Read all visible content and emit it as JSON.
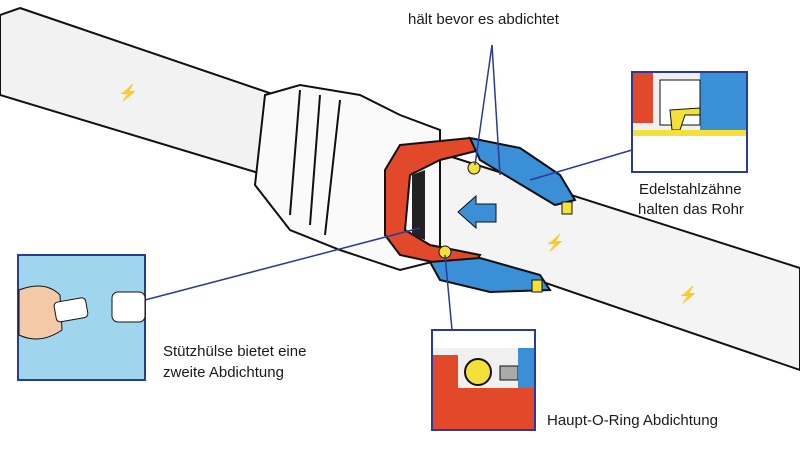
{
  "labels": {
    "top": "hält bevor es abdichtet",
    "teeth_line1": "Edelstahlzähne",
    "teeth_line2": "halten das Rohr",
    "sleeve_line1": "Stützhülse bietet eine",
    "sleeve_line2": "zweite Abdichtung",
    "oring": "Haupt-O-Ring Abdichtung"
  },
  "colors": {
    "red": "#e2482a",
    "blue": "#3a8fd6",
    "yellow": "#f4e03a",
    "inset_bg": "#9fd6ee",
    "leader": "#2a3a9a"
  }
}
